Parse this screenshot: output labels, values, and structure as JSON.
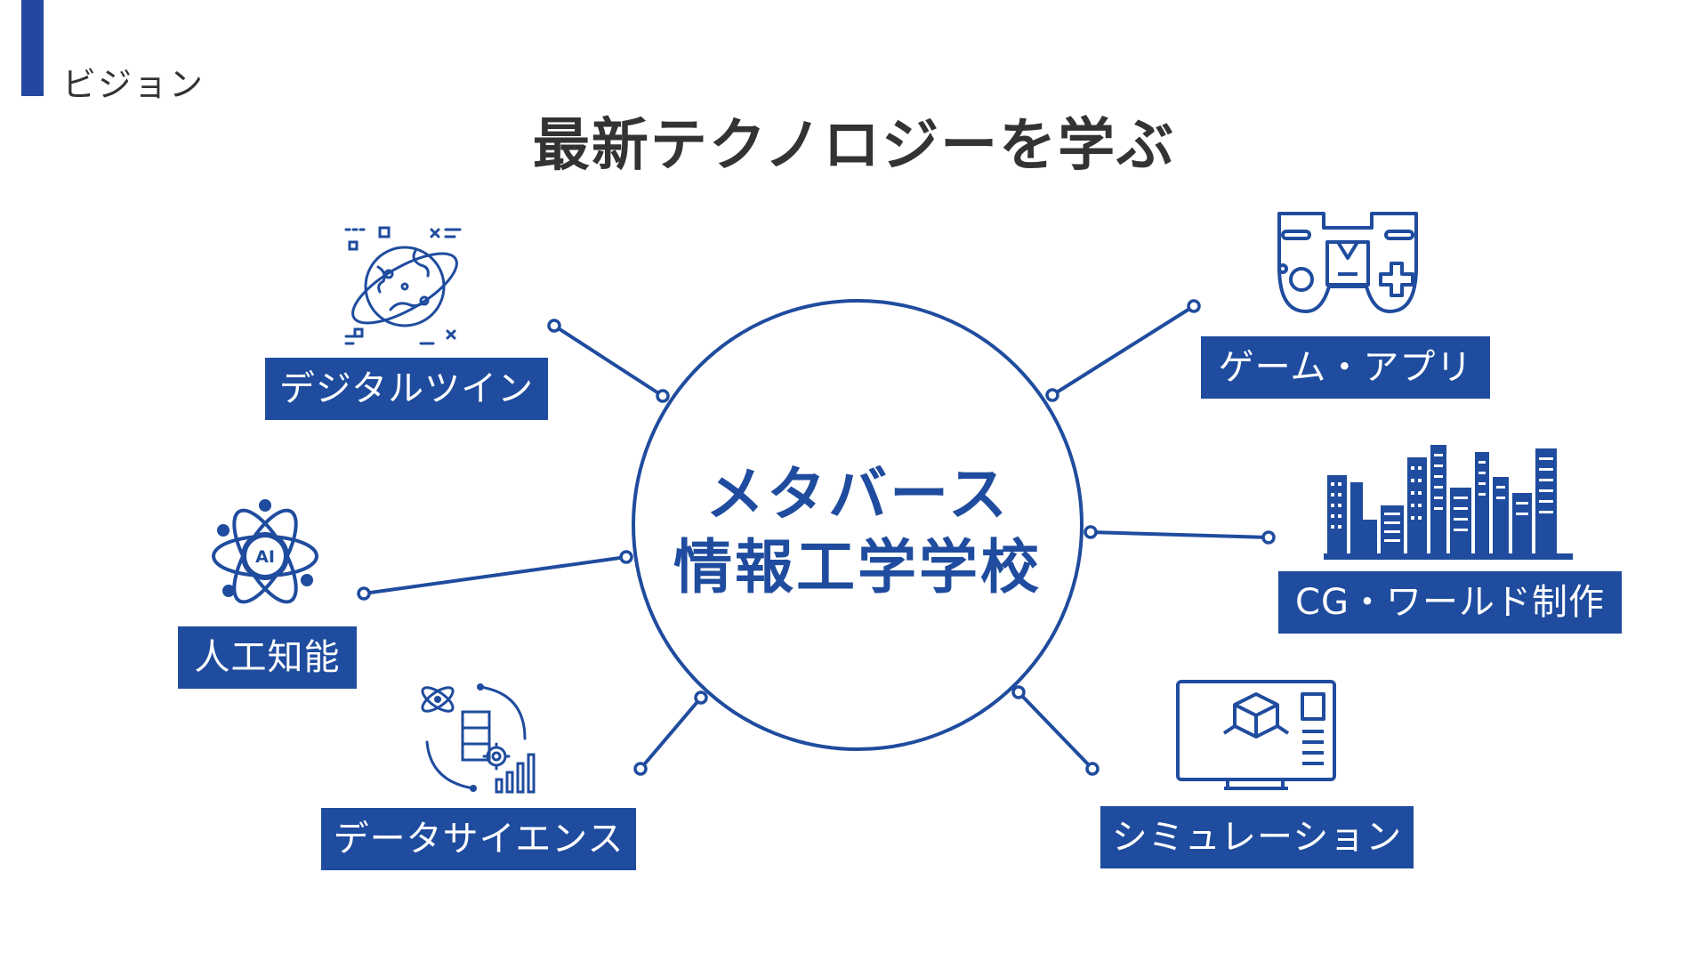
{
  "header": {
    "section_label": "ビジョン",
    "title": "最新テクノロジーを学ぶ"
  },
  "center": {
    "line1": "メタバース",
    "line2": "情報工学学校"
  },
  "topics": {
    "digital_twin": "デジタルツイン",
    "ai": "人工知能",
    "data_science": "データサイエンス",
    "game_app": "ゲーム・アプリ",
    "cg_world": "CG・ワールド制作",
    "simulation": "シミュレーション"
  },
  "icons": {
    "ai_badge": "AI"
  },
  "colors": {
    "accent": "#1f4c9e",
    "text": "#333333",
    "background": "#ffffff"
  }
}
